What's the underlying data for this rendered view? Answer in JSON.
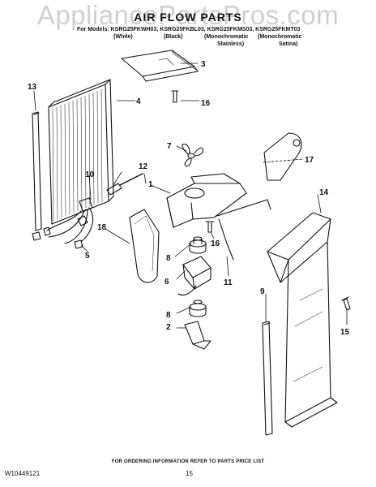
{
  "watermark": "AppliancePartsPros.com",
  "header": {
    "title": "AIR FLOW PARTS",
    "models_line": "For Models: KSRG25FKWH03, KSRG25FKBL03, KSRG25FKMS03, KSRG25FKMT03",
    "finishes": [
      "(White)",
      "(Black)",
      "(Monochromatic",
      "(Monochromatic"
    ],
    "finishes_line2": [
      "Stainless)",
      "Satina)"
    ]
  },
  "callouts": [
    "1",
    "2",
    "3",
    "4",
    "5",
    "6",
    "7",
    "8",
    "8",
    "9",
    "10",
    "11",
    "12",
    "13",
    "14",
    "15",
    "16",
    "16",
    "17",
    "18"
  ],
  "footer": {
    "note": "FOR ORDERING INFORMATION REFER TO PARTS PRICE LIST",
    "doc_id": "W10449121",
    "page": "15"
  }
}
